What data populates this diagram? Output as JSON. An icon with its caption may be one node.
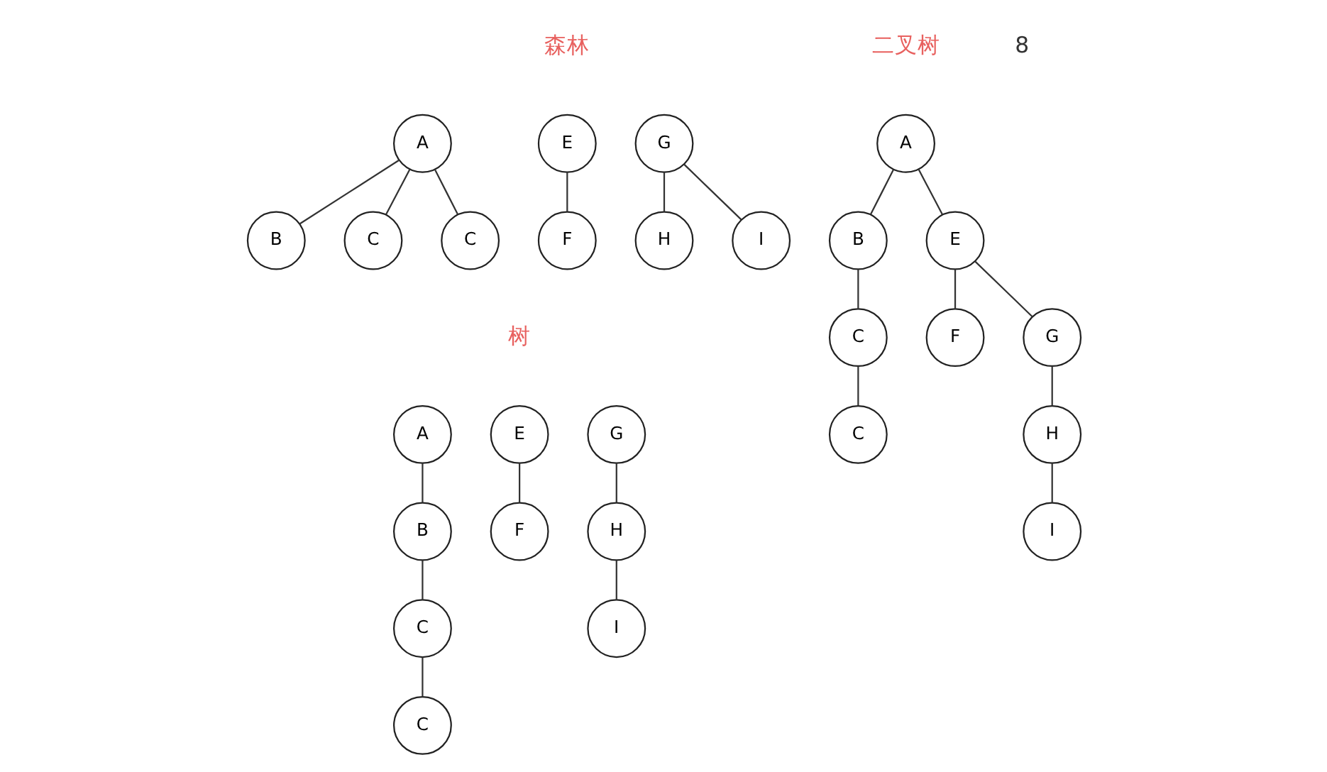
{
  "diagram": {
    "nodes": [
      {
        "text": [
          "A"
        ]
      },
      {
        "text": [
          "B"
        ]
      },
      {
        "text": [
          "C"
        ]
      },
      {
        "text": [
          "C"
        ]
      },
      {
        "text": [
          "E"
        ]
      },
      {
        "text": [
          "F"
        ]
      },
      {
        "text": [
          "G"
        ]
      },
      {
        "text": [
          "H"
        ]
      },
      {
        "text": [
          "I"
        ]
      },
      {
        "text": [
          "A"
        ]
      },
      {
        "text": [
          "B"
        ]
      },
      {
        "text": [
          "C"
        ]
      },
      {
        "text": [
          "C"
        ]
      },
      {
        "text": [
          "E"
        ]
      },
      {
        "text": [
          "F"
        ]
      },
      {
        "text": [
          "G"
        ]
      },
      {
        "text": [
          "H"
        ]
      },
      {
        "text": [
          "I"
        ]
      },
      {
        "text": [
          "A"
        ]
      },
      {
        "text": [
          "B"
        ]
      },
      {
        "text": [
          "C"
        ]
      },
      {
        "text": [
          "C"
        ]
      },
      {
        "text": [
          "E"
        ]
      },
      {
        "text": [
          "F"
        ]
      },
      {
        "text": [
          "G"
        ]
      },
      {
        "text": [
          "H"
        ]
      },
      {
        "text": [
          "I"
        ]
      }
    ],
    "edges": [
      {
        "from": 0,
        "to": 1,
        "arrow": "none"
      },
      {
        "from": 0,
        "to": 2,
        "arrow": "none"
      },
      {
        "from": 0,
        "to": 3,
        "arrow": "none"
      },
      {
        "from": 4,
        "to": 5,
        "arrow": "none"
      },
      {
        "from": 6,
        "to": 7,
        "arrow": "none"
      },
      {
        "from": 6,
        "to": 8,
        "arrow": "none"
      },
      {
        "from": 9,
        "to": 10,
        "arrow": "none"
      },
      {
        "from": 10,
        "to": 11,
        "arrow": "none"
      },
      {
        "from": 11,
        "to": 12,
        "arrow": "none"
      },
      {
        "from": 13,
        "to": 14,
        "arrow": "none"
      },
      {
        "from": 15,
        "to": 16,
        "arrow": "none"
      },
      {
        "from": 16,
        "to": 17,
        "arrow": "none"
      },
      {
        "from": 18,
        "to": 19,
        "arrow": "none"
      },
      {
        "from": 18,
        "to": 22,
        "arrow": "none"
      },
      {
        "from": 19,
        "to": 20,
        "arrow": "none"
      },
      {
        "from": 20,
        "to": 21,
        "arrow": "none"
      },
      {
        "from": 22,
        "to": 23,
        "arrow": "none"
      },
      {
        "from": 22,
        "to": 24,
        "arrow": "none"
      },
      {
        "from": 24,
        "to": 25,
        "arrow": "none"
      },
      {
        "from": 25,
        "to": 26,
        "arrow": "none"
      }
    ],
    "labels": [
      "8",
      "森林",
      "二叉树",
      "树"
    ]
  }
}
